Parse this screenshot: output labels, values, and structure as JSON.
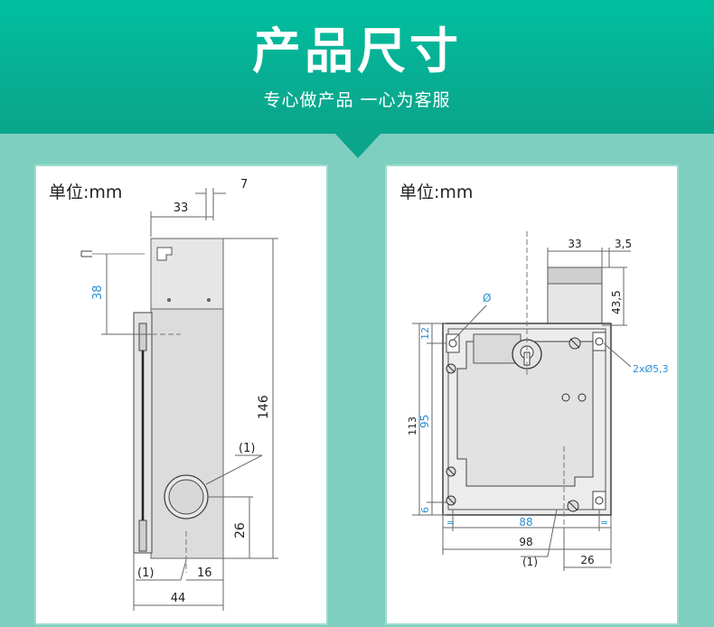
{
  "header": {
    "title": "产品尺寸",
    "subtitle": "专心做产品  一心为客服"
  },
  "colors": {
    "header": "#08ad92",
    "background": "#7ecfbf",
    "panel_border": "#9adccd",
    "dimension_blue": "#2a8fd6"
  },
  "left_panel": {
    "unit_label": "单位:mm",
    "dims": {
      "d7": "7",
      "d33": "33",
      "d38": "38",
      "d146": "146",
      "note_top": "(1)",
      "d26": "26",
      "note_bottom": "(1)",
      "d16": "16",
      "d44": "44"
    }
  },
  "right_panel": {
    "unit_label": "单位:mm",
    "dims": {
      "d33": "33",
      "d3_5": "3,5",
      "phi": "Ø",
      "d43_5": "43,5",
      "d12": "12",
      "hole_note": "2xØ5,3",
      "d113": "113",
      "d95": "95",
      "d6": "6",
      "eq1": "=",
      "d88": "88",
      "eq2": "=",
      "d98": "98",
      "note": "(1)",
      "d26": "26"
    }
  }
}
